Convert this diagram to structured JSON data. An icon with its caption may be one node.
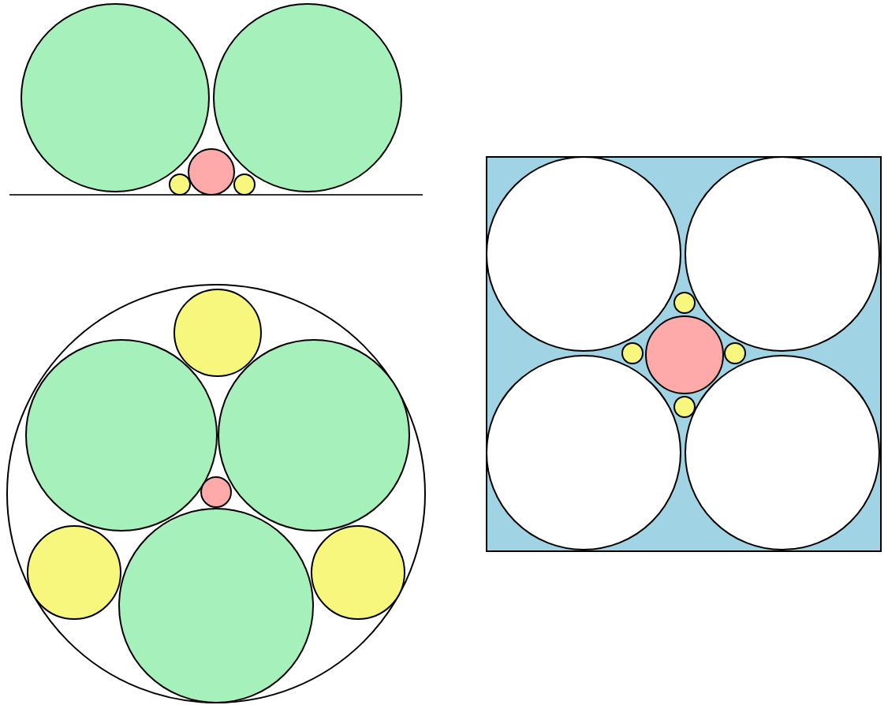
{
  "diagram": {
    "nodes": [
      {
        "text": [],
        "shape": "circle"
      },
      {
        "text": [],
        "shape": "circle"
      },
      {
        "text": [],
        "shape": "circle"
      },
      {
        "text": [],
        "shape": "circle"
      },
      {
        "text": [],
        "shape": "circle"
      },
      {
        "text": [],
        "shape": "circle"
      },
      {
        "text": [],
        "shape": "circle",
        "in": 5
      },
      {
        "text": [],
        "shape": "circle",
        "in": 5
      },
      {
        "text": [],
        "shape": "circle",
        "in": 5
      },
      {
        "text": [],
        "shape": "circle",
        "in": 5
      },
      {
        "text": [],
        "shape": "circle",
        "in": 5
      },
      {
        "text": [],
        "shape": "circle",
        "in": 5
      },
      {
        "text": [],
        "shape": "circle",
        "in": 5
      },
      {
        "text": [],
        "shape": "box"
      },
      {
        "text": [],
        "shape": "circle",
        "in": 13
      },
      {
        "text": [],
        "shape": "circle",
        "in": 13
      },
      {
        "text": [],
        "shape": "circle",
        "in": 13
      },
      {
        "text": [],
        "shape": "circle",
        "in": 13
      },
      {
        "text": [],
        "shape": "circle",
        "in": 13
      },
      {
        "text": [],
        "shape": "circle",
        "in": 13
      },
      {
        "text": [],
        "shape": "circle",
        "in": 13
      },
      {
        "text": [],
        "shape": "circle",
        "in": 13
      },
      {
        "text": [],
        "shape": "circle",
        "in": 13
      }
    ]
  }
}
